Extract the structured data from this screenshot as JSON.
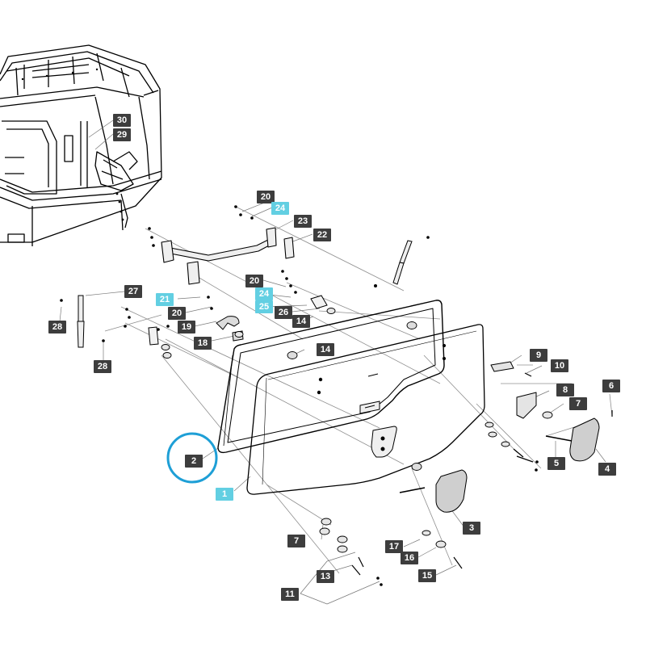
{
  "colors": {
    "line": "#000000",
    "leader": "#9a9a9a",
    "callout_dark": "#3d3d3d",
    "callout_highlight": "#62cfe2",
    "highlight_circle": "#1e9fd6",
    "part_fill": "#efefef"
  },
  "callouts": {
    "c1": "1",
    "c2": "2",
    "c3": "3",
    "c4": "4",
    "c5": "5",
    "c6": "6",
    "c7a": "7",
    "c7b": "7",
    "c8": "8",
    "c9": "9",
    "c10": "10",
    "c11": "11",
    "c13": "13",
    "c14a": "14",
    "c14b": "14",
    "c15": "15",
    "c16": "16",
    "c17": "17",
    "c18": "18",
    "c19": "19",
    "c20a": "20",
    "c20b": "20",
    "c20c": "20",
    "c21": "21",
    "c22": "22",
    "c23": "23",
    "c24a": "24",
    "c24b": "24",
    "c25": "25",
    "c26": "26",
    "c27": "27",
    "c28a": "28",
    "c28b": "28",
    "c29": "29",
    "c30": "30"
  },
  "highlighted": [
    "1",
    "21",
    "24",
    "25"
  ],
  "circled": "2"
}
